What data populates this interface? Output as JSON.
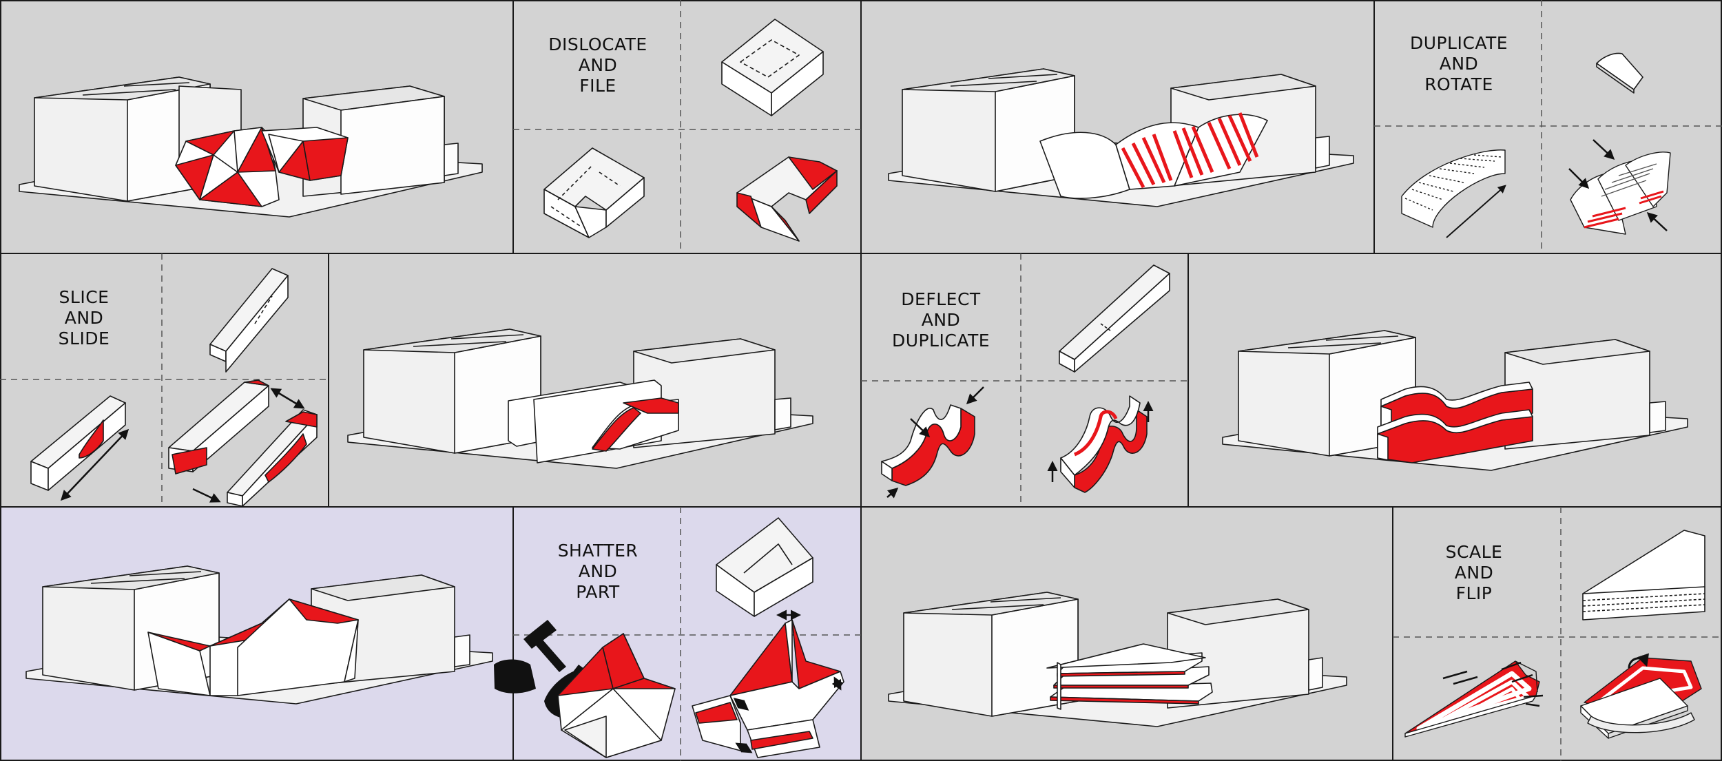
{
  "colors": {
    "background_gray": "#d3d3d3",
    "background_lavender": "#dcd9ec",
    "accent_red": "#e8161b",
    "block_white": "#ffffff",
    "block_light": "#eeeeee",
    "stroke": "#1a1a1a"
  },
  "panels": [
    {
      "id": "shatter-and-part",
      "lines": [
        "SHATTER",
        "AND",
        "PART"
      ]
    },
    {
      "id": "dislocate-and-file",
      "lines": [
        "DISLOCATE",
        "AND",
        "FILE"
      ]
    },
    {
      "id": "duplicate-and-rotate",
      "lines": [
        "DUPLICATE",
        "AND",
        "ROTATE"
      ]
    },
    {
      "id": "slice-and-slide",
      "lines": [
        "SLICE",
        "AND",
        "SLIDE"
      ]
    },
    {
      "id": "deflect-and-duplicate",
      "lines": [
        "DEFLECT",
        "AND",
        "DUPLICATE"
      ]
    },
    {
      "id": "scale-and-flip",
      "lines": [
        "SCALE",
        "AND",
        "FLIP"
      ]
    }
  ],
  "icons": [
    "hammer-icon",
    "fist-icon",
    "arrow-icon"
  ]
}
